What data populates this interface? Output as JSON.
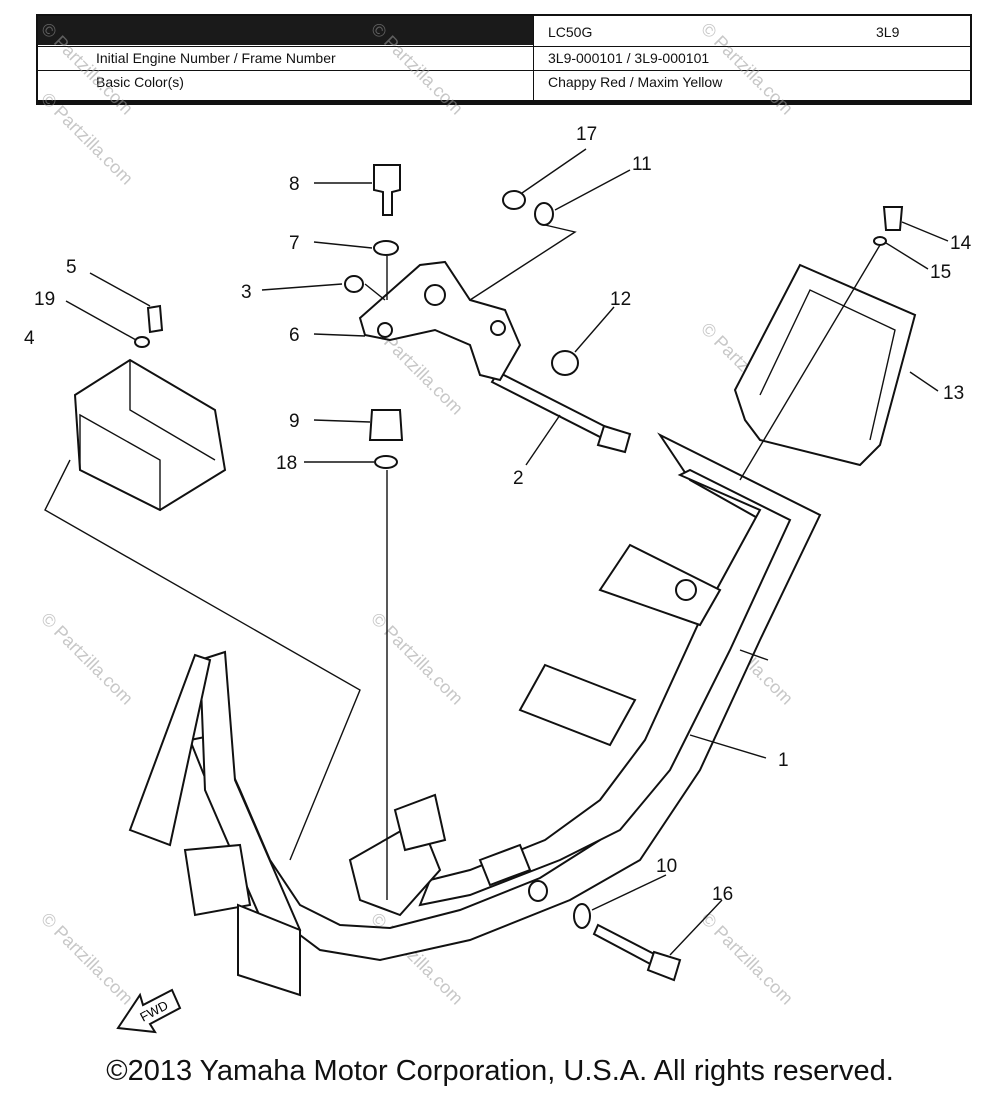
{
  "header": {
    "title_row": {
      "model": "LC50G",
      "code": "3L9"
    },
    "engine_row": {
      "label": "Initial Engine Number / Frame Number",
      "value": "3L9-000101 / 3L9-000101"
    },
    "color_row": {
      "label": "Basic Color(s)",
      "value": "Chappy Red / Maxim Yellow"
    }
  },
  "callouts": {
    "c1": "1",
    "c2": "2",
    "c3": "3",
    "c4": "4",
    "c5": "5",
    "c6": "6",
    "c7": "7",
    "c8": "8",
    "c9": "9",
    "c10": "10",
    "c11": "11",
    "c12": "12",
    "c13": "13",
    "c14": "14",
    "c15": "15",
    "c16": "16",
    "c17": "17",
    "c18": "18",
    "c19": "19"
  },
  "fwd_label": "FWD",
  "watermark": "© Partzilla.com",
  "footer": "©2013 Yamaha Motor Corporation, U.S.A. All rights reserved."
}
